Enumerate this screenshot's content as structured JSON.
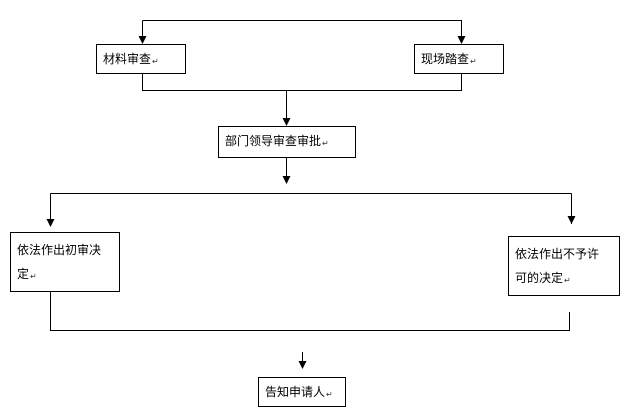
{
  "flowchart": {
    "nodes": {
      "material_review": "材料审查",
      "site_inspection": "现场踏查",
      "dept_approval": "部门领导审查审批",
      "initial_decision_line1": "依法作出初审决",
      "initial_decision_line2": "定",
      "denial_decision_line1": "依法作出不予许",
      "denial_decision_line2": "可的决定",
      "notify_applicant": "告知申请人"
    },
    "paragraph_mark": "↵",
    "colors": {
      "line": "#000000",
      "border": "#000000",
      "background": "#ffffff"
    }
  }
}
